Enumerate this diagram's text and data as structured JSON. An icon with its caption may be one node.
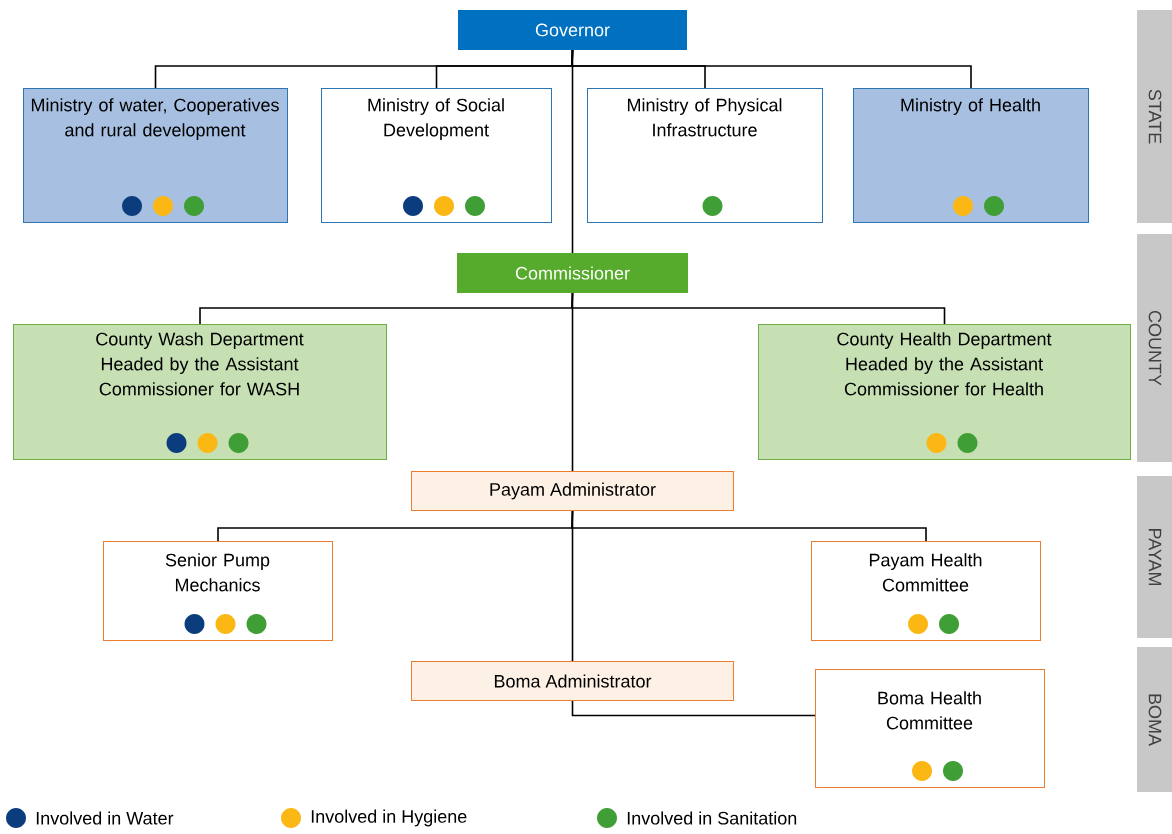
{
  "diagram": {
    "nodes": [
      {
        "text": [
          "Governor"
        ]
      },
      {
        "text": [
          "Ministry of water, Cooperatives and rural development"
        ]
      },
      {
        "text": [
          "Ministry of Social Development"
        ]
      },
      {
        "text": [
          "Ministry of Physical Infrastructure"
        ]
      },
      {
        "text": [
          "Ministry of Health"
        ]
      },
      {
        "text": [
          "Commissioner"
        ]
      },
      {
        "text": [
          "County Wash Department Headed by the Assistant Commissioner for WASH"
        ]
      },
      {
        "text": [
          "County Health Department Headed by the Assistant Commissioner for Health"
        ]
      },
      {
        "text": [
          "Payam Administrator"
        ]
      },
      {
        "text": [
          "Senior Pump Mechanics"
        ]
      },
      {
        "text": [
          "Payam Health Committee"
        ]
      },
      {
        "text": [
          "Boma Administrator"
        ]
      },
      {
        "text": [
          "Boma Health Committee"
        ]
      },
      {
        "text": [
          "STATE"
        ]
      },
      {
        "text": [
          "COUNTY"
        ]
      },
      {
        "text": [
          "PAYAM"
        ]
      },
      {
        "text": [
          "BOMA"
        ]
      }
    ],
    "edges": [
      {
        "from": 0,
        "to": 1,
        "arrow": "none"
      },
      {
        "from": 0,
        "to": 2,
        "arrow": "none"
      },
      {
        "from": 0,
        "to": 3,
        "arrow": "none"
      },
      {
        "from": 0,
        "to": 4,
        "arrow": "none"
      },
      {
        "from": 0,
        "to": 5,
        "arrow": "none"
      },
      {
        "from": 5,
        "to": 6,
        "arrow": "none"
      },
      {
        "from": 5,
        "to": 7,
        "arrow": "none"
      },
      {
        "from": 5,
        "to": 8,
        "arrow": "none"
      },
      {
        "from": 8,
        "to": 9,
        "arrow": "none"
      },
      {
        "from": 8,
        "to": 10,
        "arrow": "none"
      },
      {
        "from": 8,
        "to": 11,
        "arrow": "none"
      },
      {
        "from": 11,
        "to": 12,
        "arrow": "none"
      }
    ],
    "legend": [
      {
        "text": "Involved in Water",
        "color": "#0b3d7e"
      },
      {
        "text": "Involved in Hygiene",
        "color": "#fbb714"
      },
      {
        "text": "Involved in Sanitation",
        "color": "#3f9e35"
      }
    ]
  }
}
